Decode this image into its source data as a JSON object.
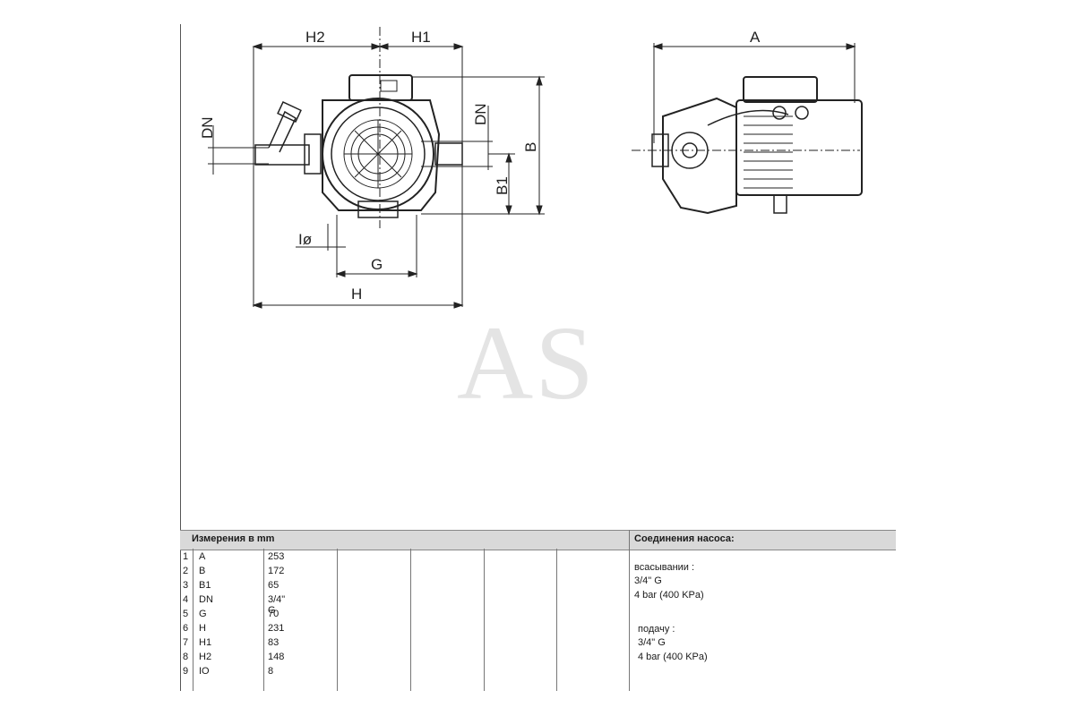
{
  "dimensions": {
    "H2": "H2",
    "H1": "H1",
    "DN": "DN",
    "B": "B",
    "B1": "B1",
    "Io": "Iø",
    "G": "G",
    "H": "H",
    "A": "A"
  },
  "watermark": "AS",
  "table": {
    "title": "Измерения в  mm",
    "rows": [
      {
        "num": "1",
        "key": "A",
        "value": "253"
      },
      {
        "num": "2",
        "key": "B",
        "value": "172"
      },
      {
        "num": "3",
        "key": "B1",
        "value": "65"
      },
      {
        "num": "4",
        "key": "DN",
        "value": "3/4\" G"
      },
      {
        "num": "5",
        "key": "G",
        "value": "70"
      },
      {
        "num": "6",
        "key": "H",
        "value": "231"
      },
      {
        "num": "7",
        "key": "H1",
        "value": "83"
      },
      {
        "num": "8",
        "key": "H2",
        "value": "148"
      },
      {
        "num": "9",
        "key": "IO",
        "value": "8"
      }
    ]
  },
  "connections": {
    "title": "Соединения насоса:",
    "suction_label": "всасывании :",
    "suction_size": "3/4\" G",
    "suction_pressure": "4 bar (400 KPa)",
    "discharge_label": "подачу  :",
    "discharge_size": "3/4\" G",
    "discharge_pressure": "4 bar (400 KPa)"
  }
}
